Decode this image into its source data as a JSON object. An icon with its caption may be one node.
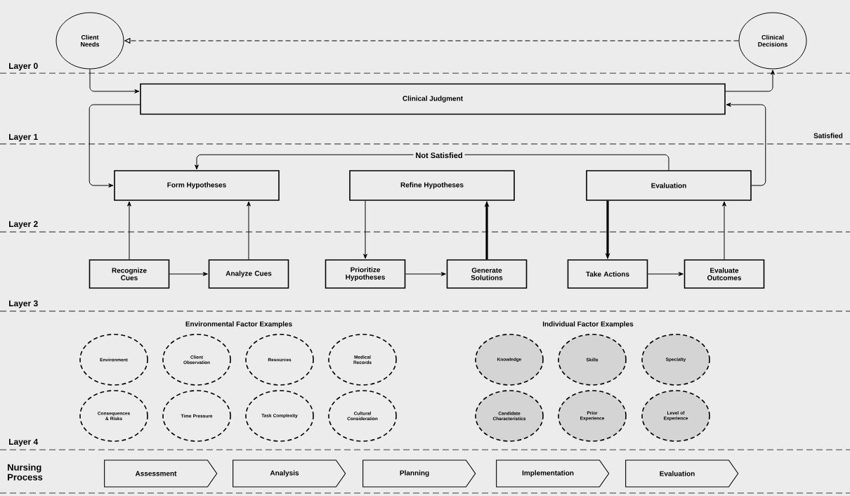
{
  "diagram": {
    "nodes": [
      {
        "text": [
          "Client Needs"
        ]
      },
      {
        "text": [
          "Clinical Decisions"
        ]
      },
      {
        "text": [
          "Clinical Judgment"
        ]
      },
      {
        "text": [
          "Form Hypotheses"
        ]
      },
      {
        "text": [
          "Refine Hypotheses"
        ]
      },
      {
        "text": [
          "Evaluation"
        ]
      },
      {
        "text": [
          "Recognize Cues"
        ]
      },
      {
        "text": [
          "Analyze Cues"
        ]
      },
      {
        "text": [
          "Prioritize Hypotheses"
        ]
      },
      {
        "text": [
          "Generate Solutions"
        ]
      },
      {
        "text": [
          "Take Actions"
        ]
      },
      {
        "text": [
          "Evaluate Outcomes"
        ]
      },
      {
        "text": [
          "Environment"
        ]
      },
      {
        "text": [
          "Client Observation"
        ]
      },
      {
        "text": [
          "Resources"
        ]
      },
      {
        "text": [
          "Medical Records"
        ]
      },
      {
        "text": [
          "Consequences & Risks"
        ]
      },
      {
        "text": [
          "Time Pressure"
        ]
      },
      {
        "text": [
          "Task Complexity"
        ]
      },
      {
        "text": [
          "Cultural Consideration"
        ]
      },
      {
        "text": [
          "Knowledge"
        ]
      },
      {
        "text": [
          "Skills"
        ]
      },
      {
        "text": [
          "Specialty"
        ]
      },
      {
        "text": [
          "Candidate Characteristics"
        ]
      },
      {
        "text": [
          "Prior Experience"
        ]
      },
      {
        "text": [
          "Level of Experience"
        ]
      },
      {
        "text": [
          "Assessment"
        ]
      },
      {
        "text": [
          "Analysis"
        ]
      },
      {
        "text": [
          "Planning"
        ]
      },
      {
        "text": [
          "Implementation"
        ]
      },
      {
        "text": [
          "Evaluation"
        ]
      }
    ],
    "edges": [
      {
        "from": 1,
        "to": 0,
        "arrow": "to",
        "style": "dashed"
      },
      {
        "from": 0,
        "to": 2,
        "arrow": "to"
      },
      {
        "from": 2,
        "to": 1,
        "arrow": "to"
      },
      {
        "from": 2,
        "to": 3,
        "arrow": "to"
      },
      {
        "from": 5,
        "to": 2,
        "arrow": "to"
      },
      {
        "from": 5,
        "to": 3,
        "arrow": "to",
        "label": "Not Satisfied"
      },
      {
        "from": 6,
        "to": 3,
        "arrow": "to"
      },
      {
        "from": 7,
        "to": 3,
        "arrow": "to"
      },
      {
        "from": 4,
        "to": 8,
        "arrow": "to"
      },
      {
        "from": 9,
        "to": 4,
        "arrow": "to",
        "style": "thick"
      },
      {
        "from": 5,
        "to": 10,
        "arrow": "to",
        "style": "thick"
      },
      {
        "from": 11,
        "to": 5,
        "arrow": "to"
      },
      {
        "from": 6,
        "to": 7,
        "arrow": "to"
      },
      {
        "from": 8,
        "to": 9,
        "arrow": "to"
      },
      {
        "from": 10,
        "to": 11,
        "arrow": "to"
      }
    ],
    "labels": [
      "Layer 0",
      "Layer 1",
      "Satisfied",
      "Layer 2",
      "Layer 3",
      "Environmental Factor Examples",
      "Individual Factor Examples",
      "Layer 4",
      "Nursing Process"
    ]
  }
}
